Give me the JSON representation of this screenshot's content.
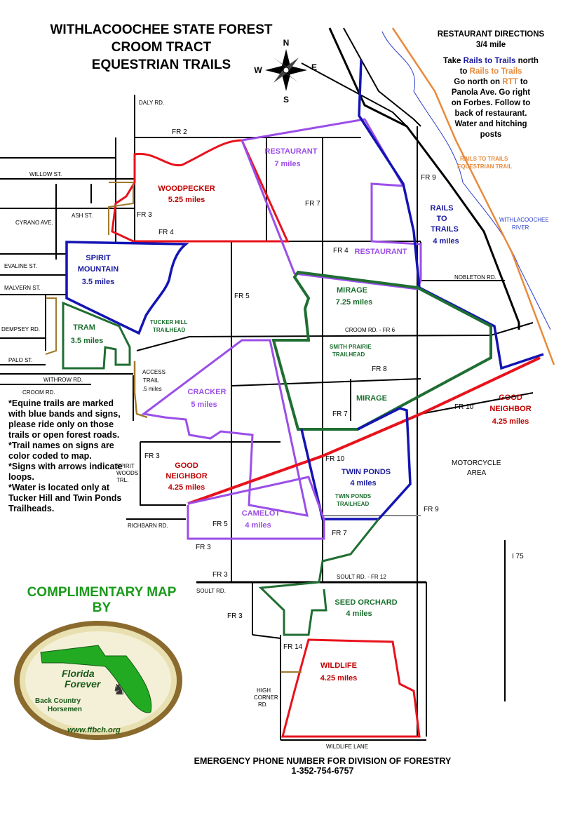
{
  "title": {
    "line1": "WITHLACOOCHEE STATE FOREST",
    "line2": "CROOM TRACT",
    "line3": "EQUESTRIAN TRAILS"
  },
  "compass": {
    "n": "N",
    "s": "S",
    "e": "E",
    "w": "W"
  },
  "directions": {
    "heading": "RESTAURANT DIRECTIONS",
    "distance": "3/4 mile",
    "l1a": "Take ",
    "l1b": "Rails to Trails",
    "l1c": " north",
    "l2a": "to ",
    "l2b": "Rails to Trails",
    "l3a": "Go north on ",
    "l3b": "RTT",
    "l3c": " to",
    "l4": "Panola Ave. Go right",
    "l5": "on Forbes.  Follow to",
    "l6": "back of restaurant.",
    "l7": "Water and hitching",
    "l8": "posts"
  },
  "colors": {
    "red": "#e8121c",
    "blue": "#1414b4",
    "purple": "#9b4ee8",
    "green": "#1f6e32",
    "darkred": "#c00000",
    "darkblue": "#1a1aa0",
    "darkgreen": "#1a6e2e",
    "orange": "#e88a3c",
    "brown": "#a07a2a",
    "river": "#2a3cc8"
  },
  "trails": {
    "woodpecker": {
      "name": "WOODPECKER",
      "miles": "5.25 miles"
    },
    "restaurant": {
      "name": "RESTAURANT",
      "miles": "7 miles"
    },
    "restaurant2": {
      "name": "RESTAURANT"
    },
    "rails": {
      "l1": "RAILS",
      "l2": "TO",
      "l3": "TRAILS",
      "miles": "4 miles"
    },
    "spirit": {
      "l1": "SPIRIT",
      "l2": "MOUNTAIN",
      "miles": "3.5 miles"
    },
    "mirage": {
      "name": "MIRAGE",
      "miles": "7.25 miles"
    },
    "mirage2": {
      "name": "MIRAGE"
    },
    "tram": {
      "name": "TRAM",
      "miles": "3.5 miles"
    },
    "cracker": {
      "name": "CRACKER",
      "miles": "5 miles"
    },
    "goodneighbor_e": {
      "l1": "GOOD",
      "l2": "NEIGHBOR",
      "miles": "4.25 miles"
    },
    "goodneighbor_w": {
      "l1": "GOOD",
      "l2": "NEIGHBOR",
      "miles": "4.25 miles"
    },
    "twinponds": {
      "name": "TWIN PONDS",
      "miles": "4 miles"
    },
    "camelot": {
      "name": "CAMELOT",
      "miles": "4 miles"
    },
    "seedorchard": {
      "name": "SEED ORCHARD",
      "miles": "4 miles"
    },
    "wildlife": {
      "name": "WILDLIFE",
      "miles": "4.25 miles"
    }
  },
  "roads": {
    "daly": "DALY RD.",
    "fr2": "FR 2",
    "willow": "WILLOW ST.",
    "cyrano": "CYRANO AVE.",
    "ash": "ASH ST.",
    "fr3a": "FR 3",
    "fr4a": "FR 4",
    "fr4b": "FR 4",
    "fr7a": "FR 7",
    "fr9a": "FR 9",
    "evaline": "EVALINE ST.",
    "malvern": "MALVERN ST.",
    "dempsey": "DEMPSEY RD.",
    "palo": "PALO ST.",
    "withrow": "WITHROW RD.",
    "croom": "CROOM RD.",
    "fr5a": "FR 5",
    "croomfr6": "CROOM RD. - FR 6",
    "nobleton": "NOBLETON RD.",
    "fr8": "FR 8",
    "fr7b": "FR 7",
    "fr10a": "FR 10",
    "fr10b": "FR 10",
    "fr3b": "FR 3",
    "spiritwoods1": "SPIRIT",
    "spiritwoods2": "WOODS",
    "spiritwoods3": "TRL.",
    "richbarn": "RICHBARN RD.",
    "fr5b": "FR 5",
    "fr3c": "FR 3",
    "fr7c": "FR 7",
    "fr9b": "FR 9",
    "fr3d": "FR 3",
    "soultfr12": "SOULT RD. - FR 12",
    "soult": "SOULT RD.",
    "fr3e": "FR 3",
    "fr14": "FR 14",
    "highcorner1": "HIGH",
    "highcorner2": "CORNER",
    "highcorner3": "RD.",
    "wildlifelane": "WILDLIFE LANE",
    "i75": "I 75",
    "motorcycle1": "MOTORCYCLE",
    "motorcycle2": "AREA"
  },
  "places": {
    "tucker1": "TUCKER HILL",
    "tucker2": "TRAILHEAD",
    "smith1": "SMITH PRAIRIE",
    "smith2": "TRAILHEAD",
    "access1": "ACCESS",
    "access2": "TRAIL",
    "access3": ".5 miles",
    "twin1": "TWIN PONDS",
    "twin2": "TRAILHEAD",
    "rtte1": "RAILS TO TRAILS",
    "rtte2": "EQUESTRIAN TRAIL",
    "river1": "WITHLACOOCHEE",
    "river2": "RIVER"
  },
  "notes": {
    "n1": "*Equine trails are marked with blue bands and signs, please ride only on those trails or open forest roads.",
    "n2": "*Trail names on signs are color coded to map.",
    "n3": "*Signs with arrows indicate loops.",
    "n4": "*Water is located only at Tucker Hill and Twin Ponds Trailheads."
  },
  "complimentary": {
    "l1": "COMPLIMENTARY MAP",
    "l2": "BY"
  },
  "logo": {
    "florida": "Florida",
    "forever": "Forever",
    "back": "Back Country",
    "horsemen": "Horsemen",
    "url": "www.ffbch.org"
  },
  "footer": {
    "l1": "EMERGENCY PHONE NUMBER FOR DIVISION OF FORESTRY",
    "l2": "1-352-754-6757"
  }
}
